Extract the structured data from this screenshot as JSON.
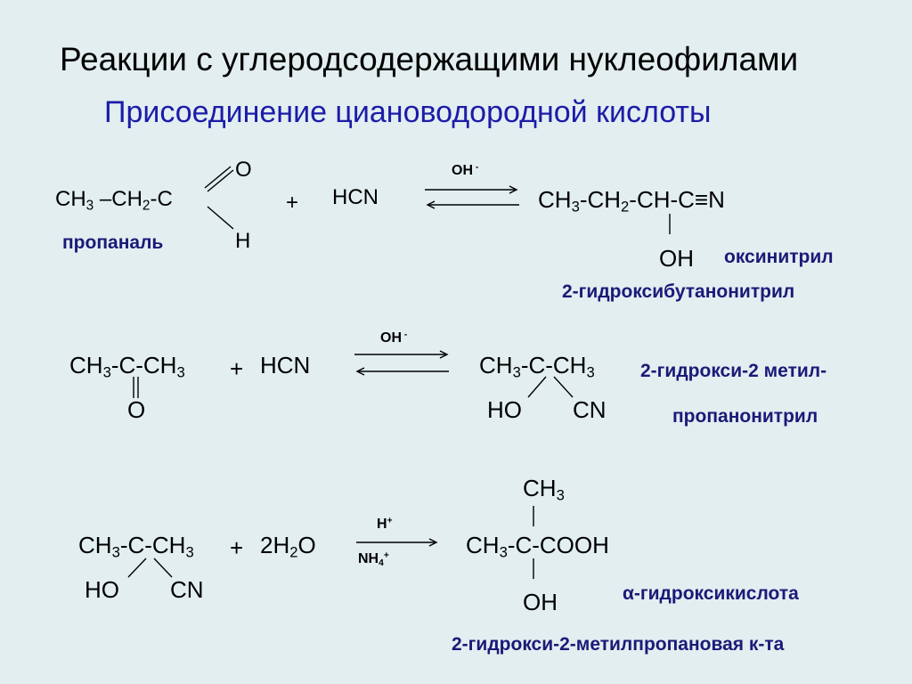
{
  "slide": {
    "title": "Реакции с углеродсодержащими нуклеофилами",
    "subtitle": "Присоединение циановодородной кислоты",
    "colors": {
      "background": "#e2eef0",
      "accent": "#1c1ca8",
      "name": "#1a1a78",
      "text": "#000000"
    }
  },
  "reaction1": {
    "left_ch": "CH",
    "left_3": "3",
    "left_mid": " –CH",
    "left_2": "2",
    "left_c": "-C",
    "o_top": "O",
    "h_bottom": "H",
    "reactant_name": "пропаналь",
    "plus": "+",
    "reagent": "HCN",
    "cat_main": "OH",
    "cat_sup": " -",
    "prod_ch": "CH",
    "prod_3": "3",
    "prod_mid": "-CH",
    "prod_2": "2",
    "prod_rest": "-CH-C≡N",
    "prod_oh": "OH",
    "name_trivial": "оксинитрил",
    "name_iupac": "2-гидроксибутанонитрил"
  },
  "reaction2": {
    "left_ch": "CH",
    "left_3a": "3",
    "left_mid": "-C-CH",
    "left_3b": "3",
    "o_bottom": "O",
    "plus": "+",
    "reagent": "HCN",
    "cat_main": "OH",
    "cat_sup": " -",
    "prod_ch": "CH",
    "prod_3a": "3",
    "prod_mid": "-C-CH",
    "prod_3b": "3",
    "prod_ho": "HO",
    "prod_cn": "CN",
    "name_line1": "2-гидрокси-2 метил-",
    "name_line2": "пропанонитрил"
  },
  "reaction3": {
    "left_ch": "CH",
    "left_3a": "3",
    "left_mid": "-C-CH",
    "left_3b": "3",
    "left_ho": "HO",
    "left_cn": "CN",
    "plus": "+",
    "water_2h": "2H",
    "water_2": "2",
    "water_o": "O",
    "cat_top": "H",
    "cat_top_sup": "+",
    "cat_bottom_nh": "NH",
    "cat_bottom_4": "4",
    "cat_bottom_sup": "+",
    "prod_top_ch": "CH",
    "prod_top_3": "3",
    "prod_ch": "CH",
    "prod_3": "3",
    "prod_rest": "-C-COOH",
    "prod_oh": "OH",
    "name_class": "α-гидроксикислота",
    "name_iupac": "2-гидрокси-2-метилпропановая к-та"
  }
}
